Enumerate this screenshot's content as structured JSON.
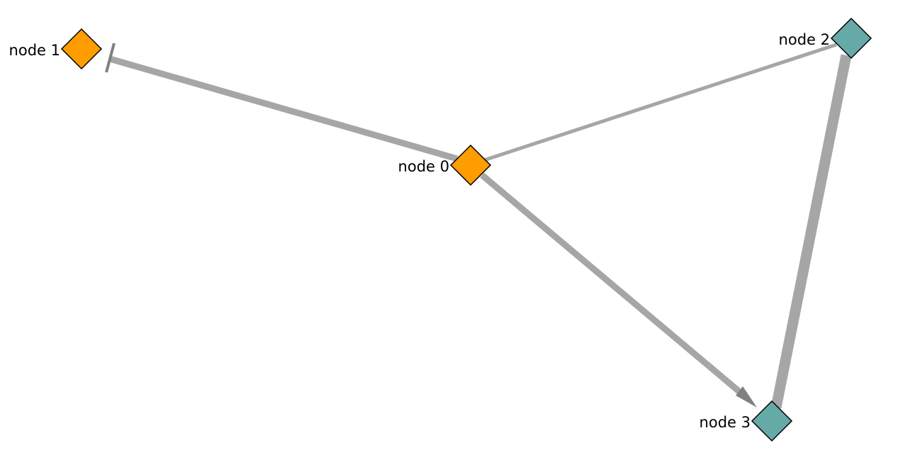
{
  "colors": {
    "background": "#ffffff",
    "edge": "#a6a6a6",
    "edge_marker": "#808080",
    "node_stroke": "#000000",
    "node_orange": "#ff9c00",
    "node_teal": "#66aaa8"
  },
  "nodes": [
    {
      "id": "n0",
      "label": "node 0",
      "shape": "diamond",
      "color": "#ff9c00"
    },
    {
      "id": "n1",
      "label": "node 1",
      "shape": "diamond",
      "color": "#ff9c00"
    },
    {
      "id": "n2",
      "label": "node 2",
      "shape": "diamond",
      "color": "#66aaa8"
    },
    {
      "id": "n3",
      "label": "node 3",
      "shape": "diamond",
      "color": "#66aaa8"
    }
  ],
  "edges": [
    {
      "id": "e01",
      "source": "n0",
      "target": "n1",
      "target_marker": "tee"
    },
    {
      "id": "e02",
      "source": "n0",
      "target": "n2",
      "target_marker": "none"
    },
    {
      "id": "e03",
      "source": "n0",
      "target": "n3",
      "target_marker": "arrow"
    },
    {
      "id": "e23",
      "source": "n2",
      "target": "n3",
      "target_marker": "none"
    }
  ]
}
